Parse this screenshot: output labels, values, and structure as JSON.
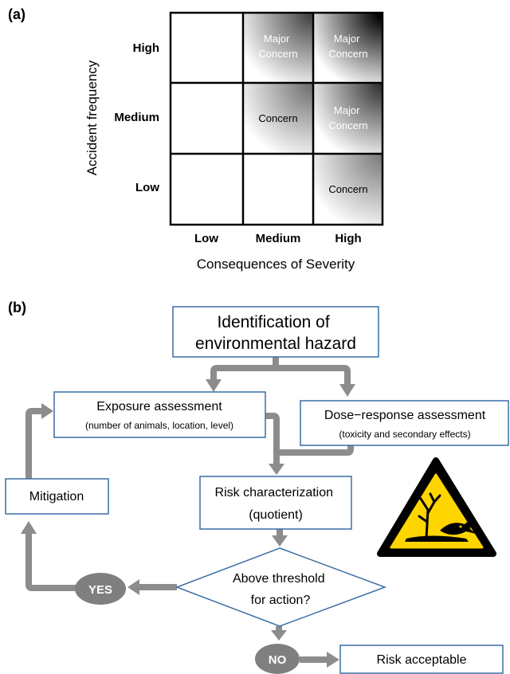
{
  "panel_a": {
    "label": "(a)",
    "y_axis_title": "Accident frequency",
    "x_axis_title": "Consequences of Severity",
    "rows": [
      "High",
      "Medium",
      "Low"
    ],
    "cols": [
      "Low",
      "Medium",
      "High"
    ],
    "cells": {
      "high_medium": [
        "Major",
        "Concern"
      ],
      "high_high": [
        "Major",
        "Concern"
      ],
      "medium_medium": [
        "Concern"
      ],
      "medium_high": [
        "Major",
        "Concern"
      ],
      "low_high": [
        "Concern"
      ]
    }
  },
  "panel_b": {
    "label": "(b)",
    "hazard": [
      "Identification of",
      "environmental hazard"
    ],
    "exposure": [
      "Exposure assessment",
      "(number of animals, location, level)"
    ],
    "dose": [
      "Dose−response assessment",
      "(toxicity and secondary effects)"
    ],
    "mitigation": "Mitigation",
    "risk": [
      "Risk characterization",
      "(quotient)"
    ],
    "decision": [
      "Above threshold",
      "for action?"
    ],
    "yes": "YES",
    "no": "NO",
    "acceptable": "Risk acceptable",
    "warning_icon": "environmental-hazard-warning-icon"
  },
  "colors": {
    "arrow": "#8c8c8c",
    "box_border": "#3a6ea5",
    "oval": "#7f7f7f",
    "sign_yellow": "#ffd500"
  }
}
